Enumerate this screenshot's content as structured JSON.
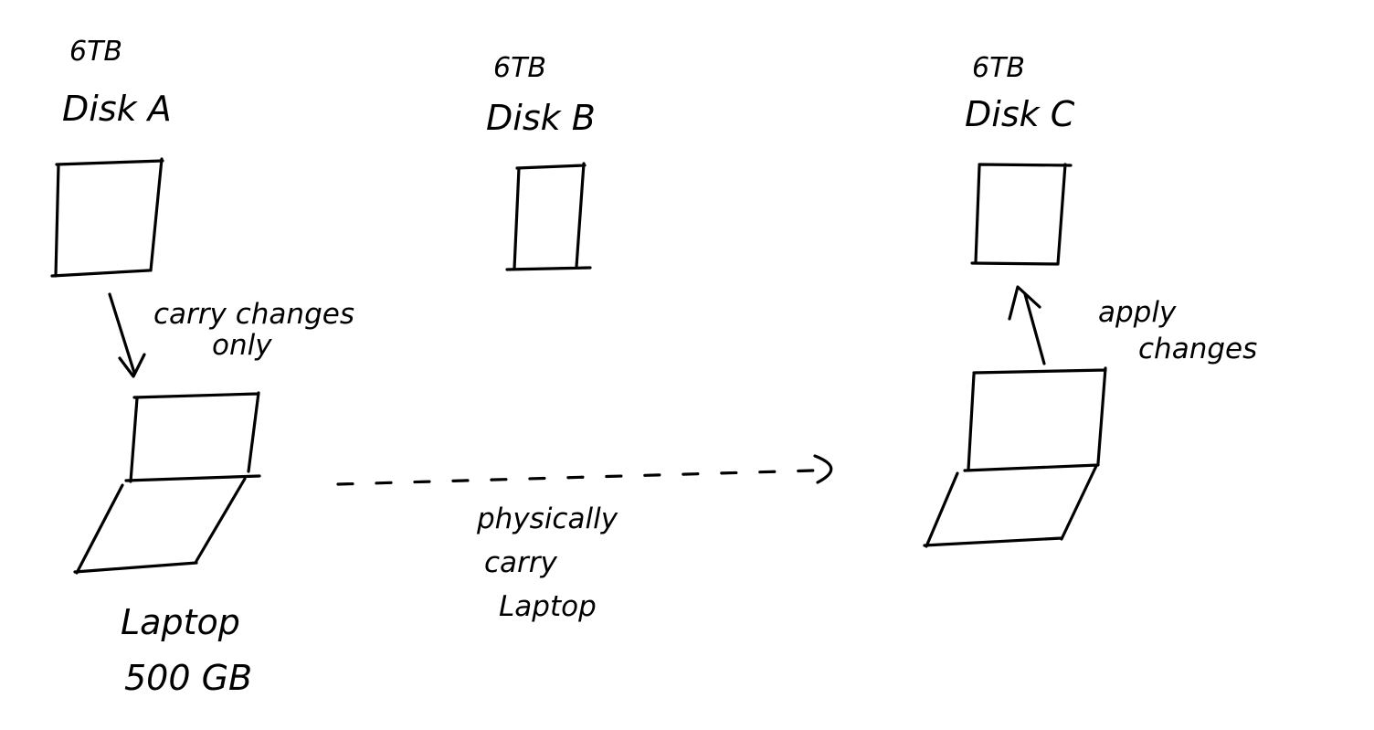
{
  "disk_a": {
    "capacity": "6TB",
    "name": "Disk A"
  },
  "disk_b": {
    "capacity": "6TB",
    "name": "Disk B"
  },
  "disk_c": {
    "capacity": "6TB",
    "name": "Disk C"
  },
  "laptop": {
    "name": "Laptop",
    "capacity": "500 GB"
  },
  "annotations": {
    "carry_changes_line1": "carry changes",
    "carry_changes_line2": "only",
    "physically_line1": "physically",
    "physically_line2": "carry",
    "physically_line3": "Laptop",
    "apply_line1": "apply",
    "apply_line2": "changes"
  }
}
